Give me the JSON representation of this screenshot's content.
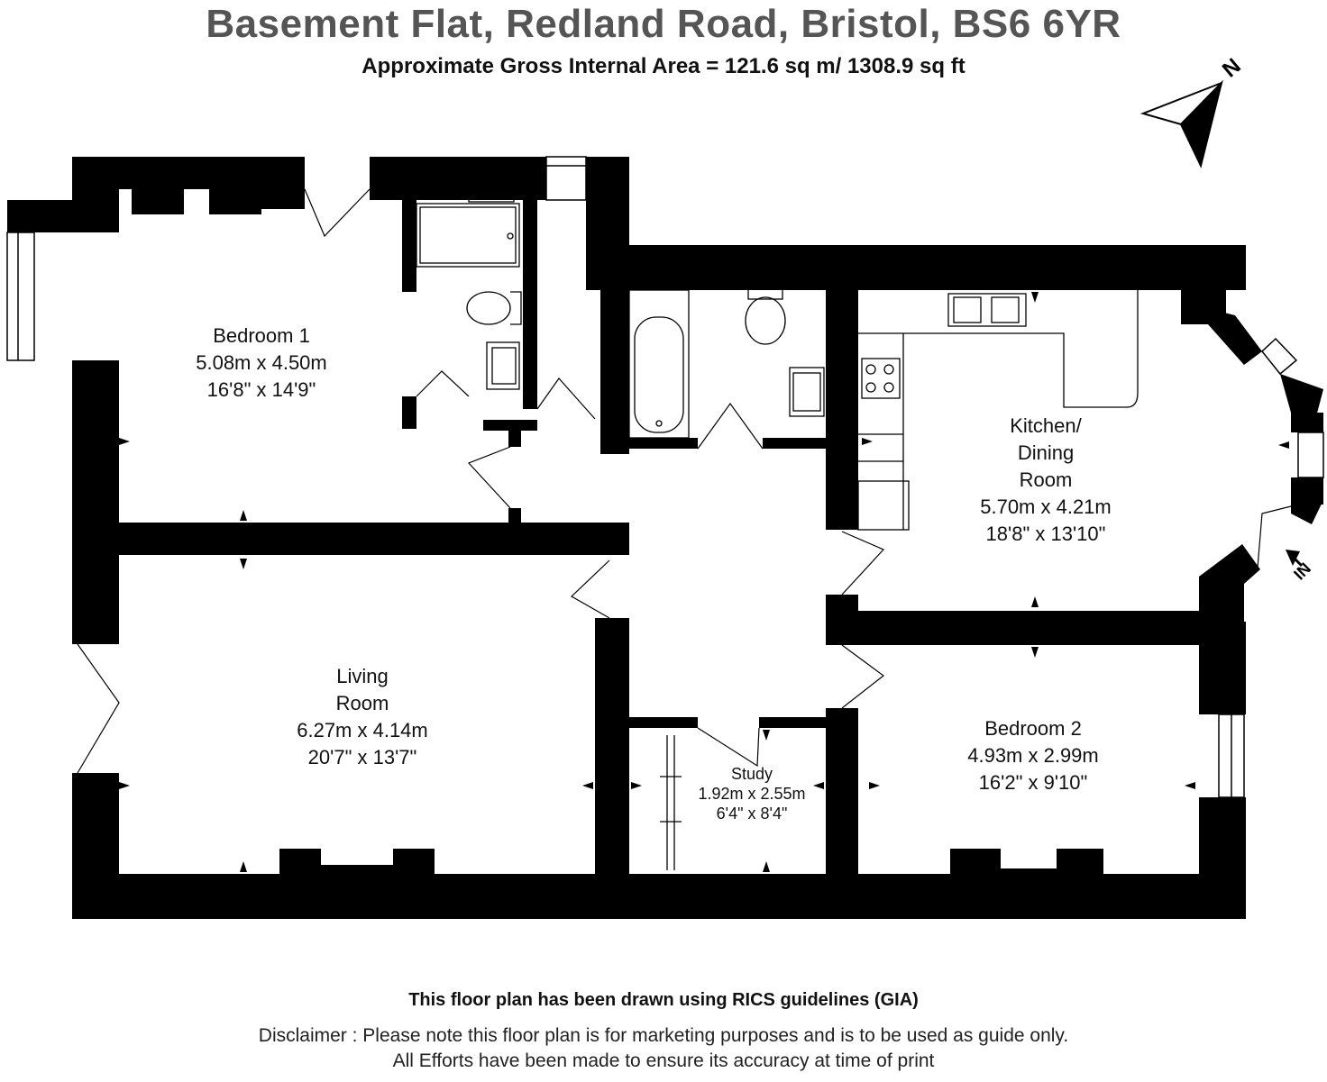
{
  "header": {
    "title": "Basement Flat, Redland Road, Bristol, BS6 6YR",
    "subtitle": "Approximate Gross Internal Area = 121.6 sq m/ 1308.9 sq ft"
  },
  "compass": {
    "north_label": "N",
    "icon": "north-arrow-icon"
  },
  "entrance": {
    "label": "IN",
    "icon": "entrance-arrow-icon"
  },
  "rooms": {
    "bedroom1": {
      "name": "Bedroom 1",
      "metric": "5.08m x 4.50m",
      "imperial": "16'8\" x 14'9\""
    },
    "kitchen": {
      "name1": "Kitchen/",
      "name2": "Dining",
      "name3": "Room",
      "metric": "5.70m x 4.21m",
      "imperial": "18'8\" x 13'10\""
    },
    "living": {
      "name1": "Living",
      "name2": "Room",
      "metric": "6.27m x 4.14m",
      "imperial": "20'7\" x 13'7\""
    },
    "study": {
      "name": "Study",
      "metric": "1.92m x 2.55m",
      "imperial": "6'4\" x 8'4\""
    },
    "bedroom2": {
      "name": "Bedroom 2",
      "metric": "4.93m x 2.99m",
      "imperial": "16'2\" x 9'10\""
    }
  },
  "footer": {
    "guidelines": "This floor plan has been drawn using RICS guidelines (GIA)",
    "disclaimer1": "Disclaimer : Please note this floor plan is for marketing purposes and is to be used as guide only.",
    "disclaimer2": "All Efforts have been made to ensure its accuracy at time of print"
  },
  "colors": {
    "wall": "#000000",
    "title": "#555555",
    "background": "#ffffff"
  }
}
